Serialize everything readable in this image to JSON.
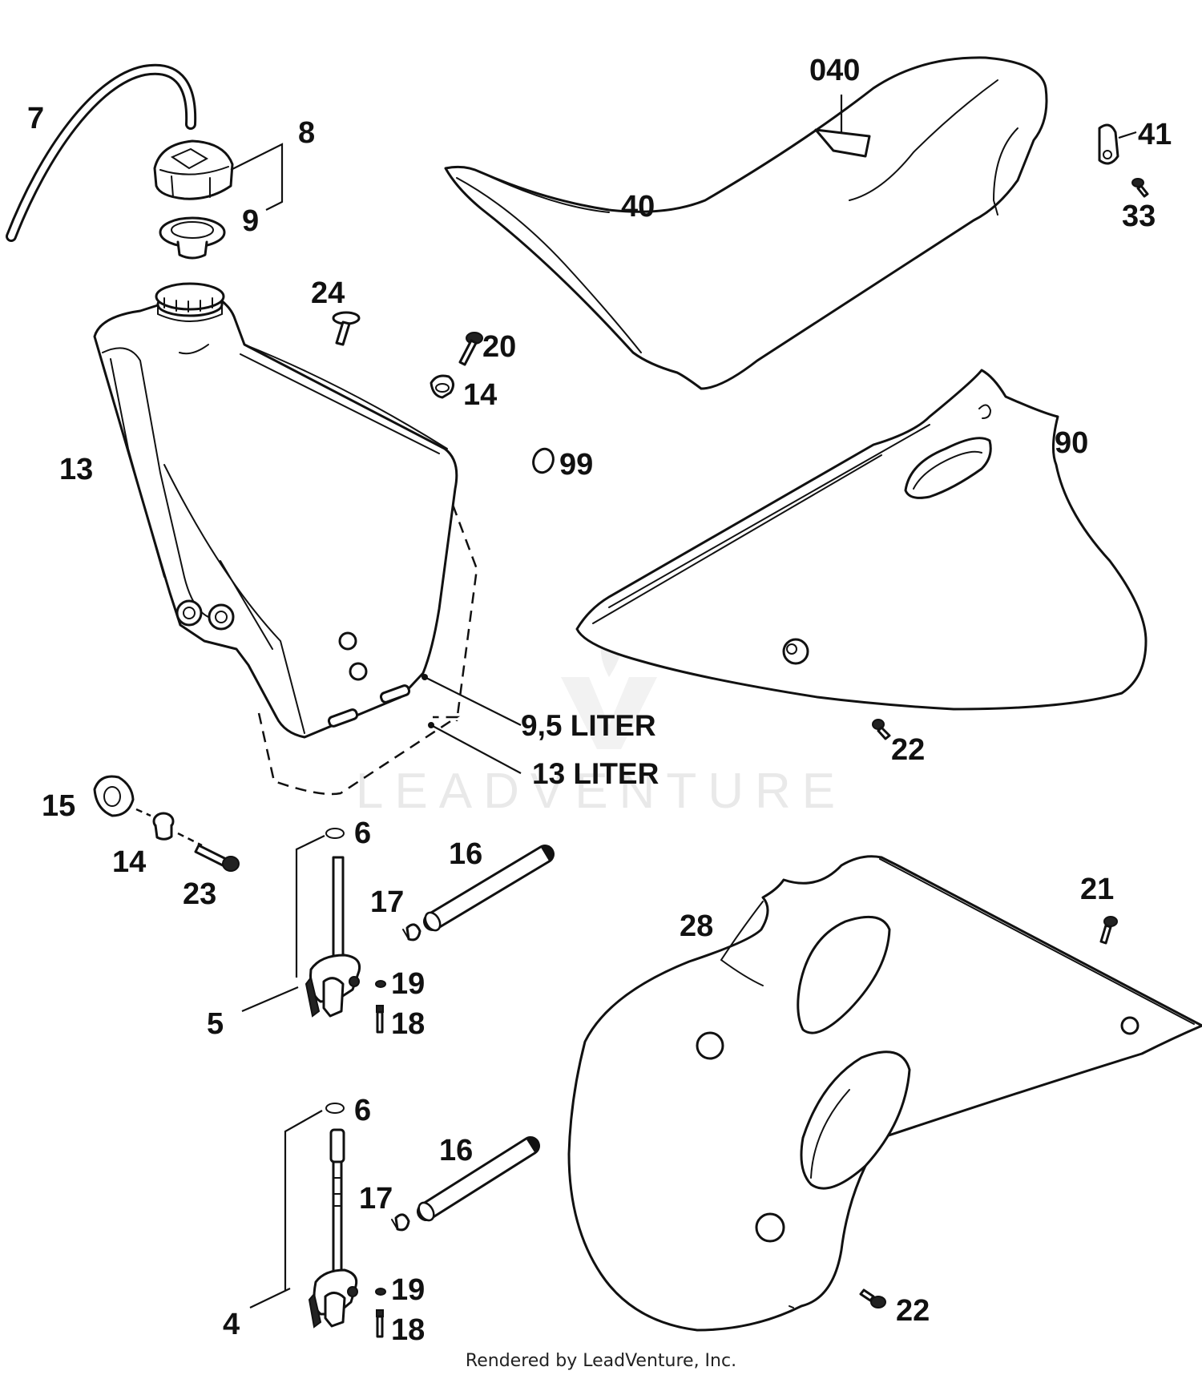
{
  "watermark": "LEADVENTURE",
  "footer": "Rendered by LeadVenture, Inc.",
  "callouts": {
    "c7": "7",
    "c8": "8",
    "c9": "9",
    "c040": "040",
    "c41": "41",
    "c40": "40",
    "c33": "33",
    "c24": "24",
    "c20": "20",
    "c14a": "14",
    "c13": "13",
    "c99": "99",
    "c90": "90",
    "c22a": "22",
    "c15": "15",
    "c14b": "14",
    "c23": "23",
    "c6a": "6",
    "c16a": "16",
    "c17a": "17",
    "c19a": "19",
    "c18a": "18",
    "c5": "5",
    "c21": "21",
    "c28": "28",
    "c6b": "6",
    "c16b": "16",
    "c17b": "17",
    "c19b": "19",
    "c18b": "18",
    "c4": "4",
    "c22b": "22"
  },
  "capacity_notes": {
    "small_tank": "9,5 LITER",
    "large_tank": "13 LITER"
  }
}
